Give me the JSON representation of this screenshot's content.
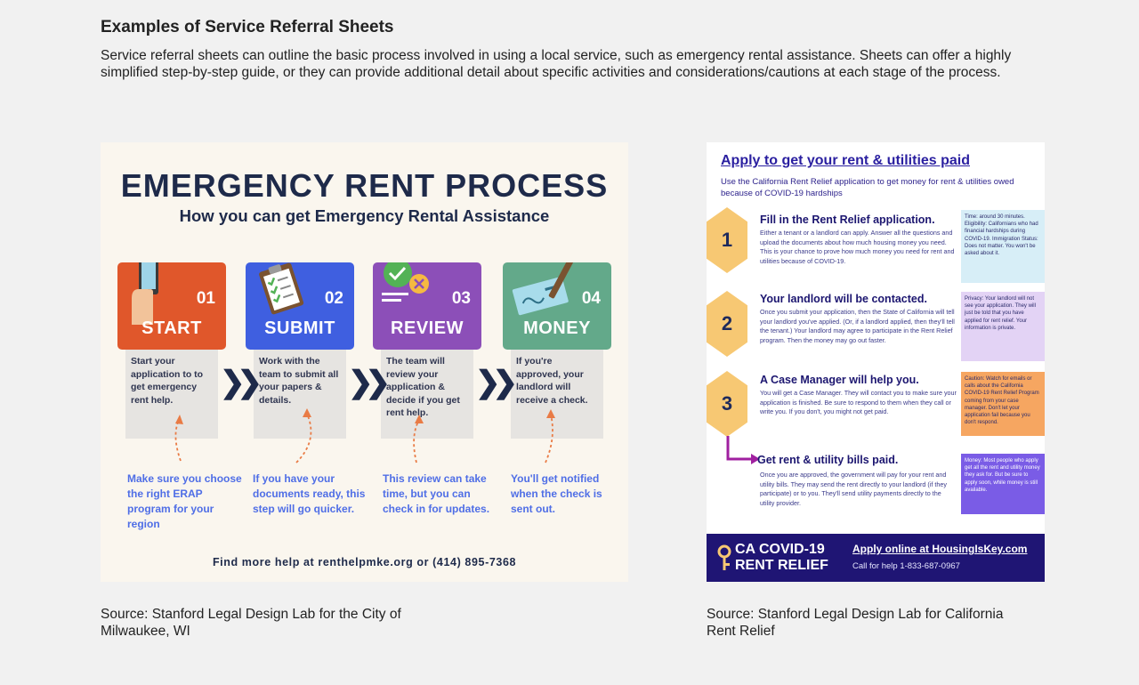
{
  "heading": "Examples of Service Referral Sheets",
  "intro": "Service referral sheets can outline the basic process involved in using a local service, such as emergency rental assistance. Sheets can offer a highly simplified step-by-step guide, or they can provide additional detail about specific activities and considerations/cautions at each stage of the process.",
  "left_figure": {
    "title": "EMERGENCY RENT PROCESS",
    "subtitle": "How you can get Emergency Rental Assistance",
    "chevron": "❯❯",
    "steps": [
      {
        "num": "01",
        "label": "START",
        "color": "#e0572b",
        "body": "Start your application to to get emergency rent help.",
        "tip": "Make sure you choose the right ERAP program for your region"
      },
      {
        "num": "02",
        "label": "SUBMIT",
        "color": "#3f5fe0",
        "body": "Work with the team to submit all your papers & details.",
        "tip": "If you have your documents ready, this step will go quicker."
      },
      {
        "num": "03",
        "label": "REVIEW",
        "color": "#8c4fb8",
        "body": "The team will review your application & decide if you get rent help.",
        "tip": "This review can take time, but you can check in for updates."
      },
      {
        "num": "04",
        "label": "MONEY",
        "color": "#63a98a",
        "body": "If you're approved, your landlord will receive a check.",
        "tip": "You'll get notified when the check is sent out."
      }
    ],
    "footer": "Find more help at renthelpmke.org or (414) 895-7368"
  },
  "right_figure": {
    "title": "Apply to get your rent & utilities paid",
    "intro": "Use the California Rent Relief application to get money for rent & utilities owed because of COVID-19 hardships",
    "steps": [
      {
        "num": "1",
        "title": "Fill in the Rent Relief application.",
        "text": "Either a tenant or a landlord can apply. Answer all the questions and upload the documents about how much housing money you need. This is your chance to prove how much money you need for rent and utilities because of COVID-19.",
        "side": "Time: around 30 minutes. Eligibility: Californians who had financial hardships during COVID-19. Immigration Status: Does not matter. You won't be asked about it.",
        "side_color": "#d7eef7"
      },
      {
        "num": "2",
        "title": "Your landlord will be contacted.",
        "text": "Once you submit your application, then the State of California will tell your landlord you've applied. (Or, if a landlord applied, then they'll tell the tenant.) Your landlord may agree to participate in the Rent Relief program. Then the money may go out faster.",
        "side": "Privacy: Your landlord will not see your application. They will just be told that you have applied for rent relief. Your information is private.",
        "side_color": "#e3d3f5"
      },
      {
        "num": "3",
        "title": "A Case Manager will help you.",
        "text": "You will get a Case Manager. They will contact you to make sure your application is finished. Be sure to respond to them when they call or write you. If you don't, you might not get paid.",
        "side": "Caution: Watch for emails or calls about the California COVID-19 Rent Relief Program coming from your case manager. Don't let your application fail because you don't respond.",
        "side_color": "#f6a661"
      },
      {
        "num": "",
        "title": "Get rent & utility bills paid.",
        "text": "Once you are approved, the government will pay for your rent and utility bills. They may send the rent directly to your landlord (if they participate) or to you. They'll send utility payments directly to the utility provider.",
        "side": "Money: Most people who apply get all the rent and utility money they ask for. But be sure to apply soon, while money is still available.",
        "side_color": "#7a5ce6"
      }
    ],
    "logo_line1": "CA COVID-19",
    "logo_line2": "RENT RELIEF",
    "apply": "Apply online at HousingIsKey.com",
    "call": "Call for help 1-833-687-0967"
  },
  "source_left": "Source: Stanford Legal Design Lab for the City of Milwaukee, WI",
  "source_right": "Source: Stanford Legal Design Lab for California Rent Relief"
}
